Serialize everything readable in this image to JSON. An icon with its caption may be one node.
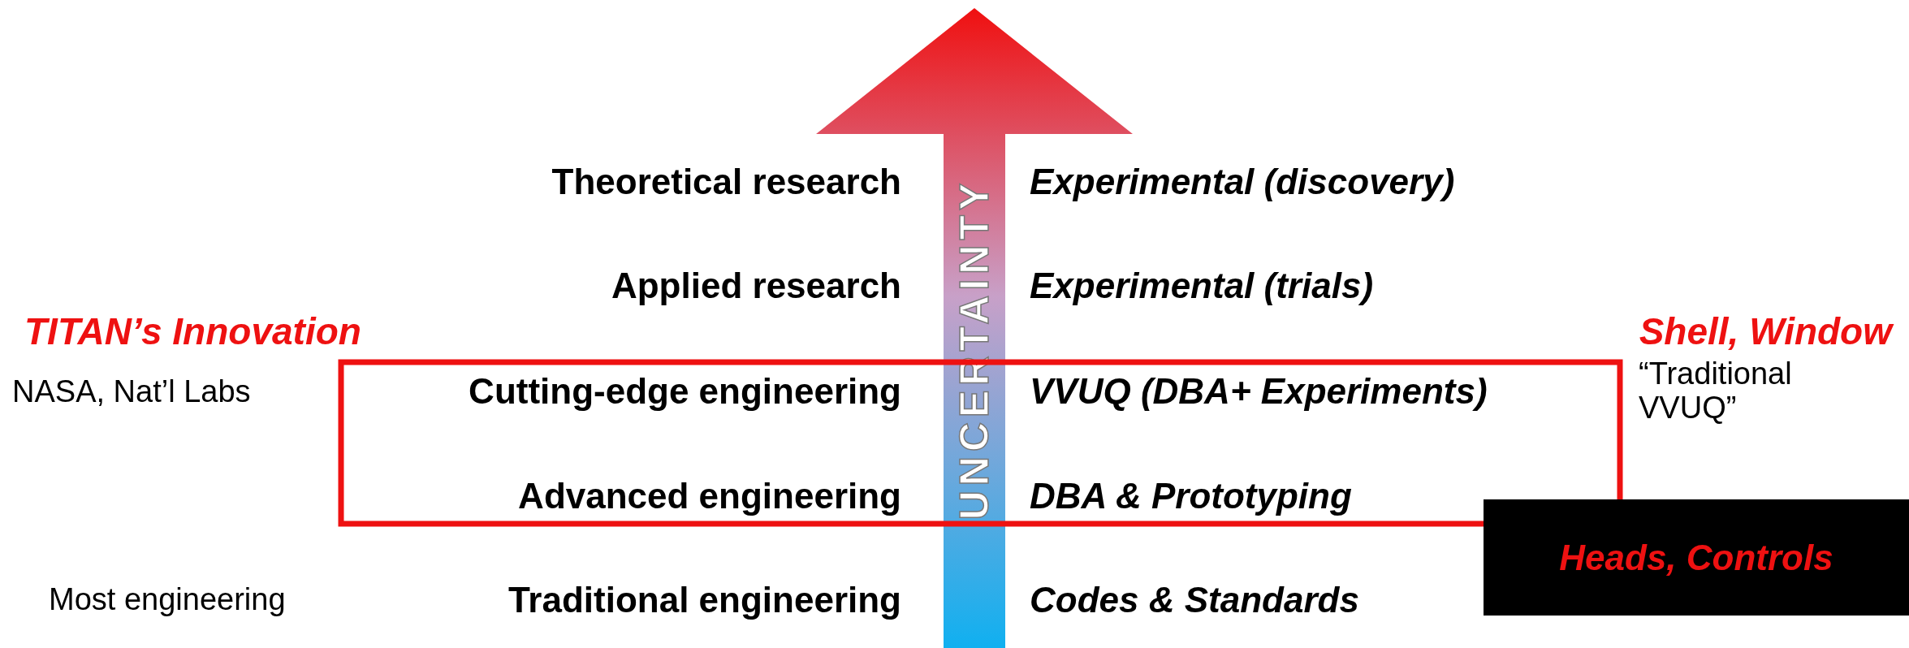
{
  "diagram": {
    "nodes": [
      {
        "text": [
          "UNCERTAINTY"
        ]
      },
      {
        "text": [
          "TITAN’s Innovation",
          "Shell, Window"
        ]
      },
      {
        "text": [
          "Heads, Controls"
        ]
      }
    ],
    "labels": [
      "Theoretical research",
      "Experimental (discovery)",
      "Applied research",
      "Experimental (trials)",
      "NASA, Nat’l Labs",
      "Cutting-edge engineering",
      "VVUQ (DBA+ Experiments)",
      "“Traditional VVUQ”",
      "Advanced engineering",
      "DBA & Prototyping",
      "Most engineering",
      "Traditional engineering",
      "Codes & Standards"
    ]
  }
}
